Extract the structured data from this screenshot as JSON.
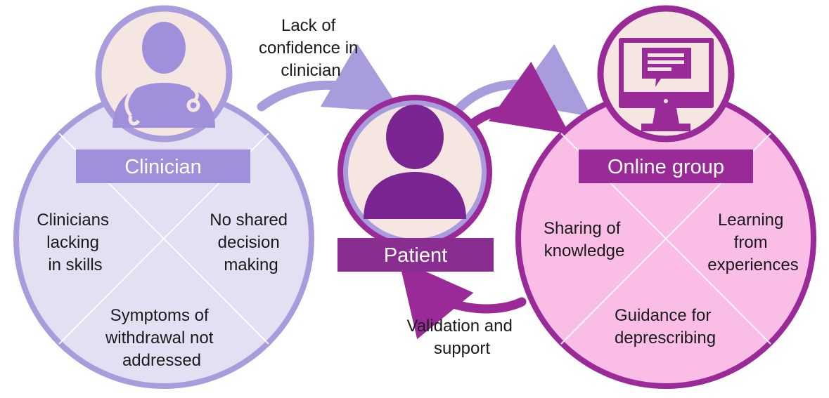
{
  "colors": {
    "clinician_fill": "#e4e0f4",
    "clinician_ring": "#a89cdc",
    "clinician_tag": "#a090dc",
    "online_fill": "#f9bde6",
    "online_ring": "#9a2a98",
    "online_tag": "#9a2a98",
    "patient_ring_outer": "#9a2a98",
    "patient_ring_inner": "#a89cdc",
    "patient_tag": "#8a2d90",
    "icon_bg": "#f6e6e2",
    "arrow_light": "#a89cdc",
    "arrow_dark": "#9a2a98"
  },
  "clinician": {
    "label": "Clinician",
    "icon": "doctor-icon",
    "quadrants": {
      "left": [
        "Clinicians",
        "lacking",
        "in skills"
      ],
      "right": [
        "No shared",
        "decision",
        "making"
      ],
      "bottom": [
        "Symptoms of",
        "withdrawal not",
        "addressed"
      ]
    }
  },
  "patient": {
    "label": "Patient",
    "icon": "person-icon"
  },
  "online": {
    "label": "Online group",
    "icon": "monitor-chat-icon",
    "quadrants": {
      "left": [
        "Sharing of",
        "knowledge"
      ],
      "right": [
        "Learning",
        "from",
        "experiences"
      ],
      "bottom": [
        "Guidance for",
        "deprescribing"
      ]
    }
  },
  "arrows": {
    "top": [
      "Lack of",
      "confidence in",
      "clinician"
    ],
    "bottom": [
      "Validation and",
      "support"
    ]
  }
}
